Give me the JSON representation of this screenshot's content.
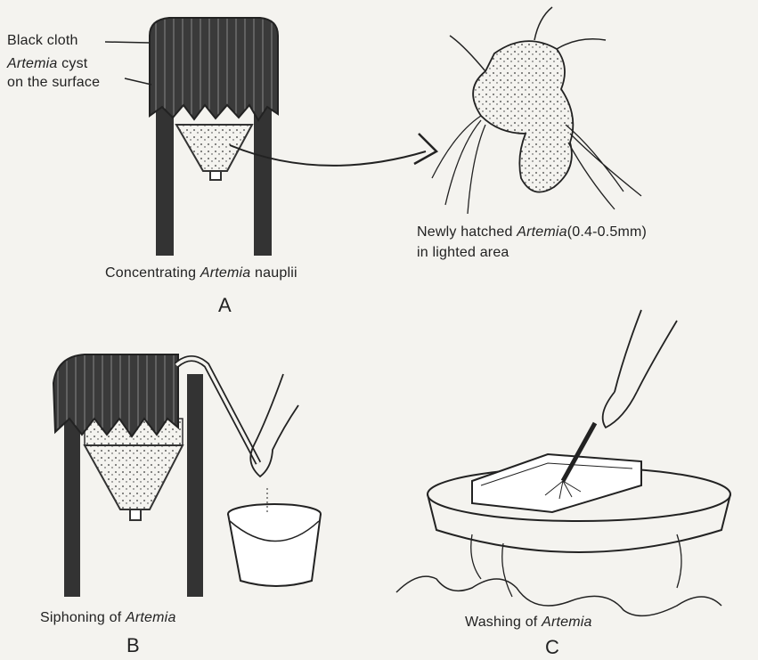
{
  "panel_a": {
    "label_black_cloth": "Black cloth",
    "label_cyst_italic": "Artemia",
    "label_cyst_rest": " cyst",
    "label_surface": "on the surface",
    "caption_pre": "Concentrating ",
    "caption_italic": "Artemia",
    "caption_post": " nauplii",
    "nauplius_pre": "Newly hatched ",
    "nauplius_italic": "Artemia",
    "nauplius_post": "(0.4-0.5mm)",
    "nauplius_line2": "in lighted area",
    "letter": "A"
  },
  "panel_b": {
    "caption_pre": "Siphoning of ",
    "caption_italic": "Artemia",
    "letter": "B"
  },
  "panel_c": {
    "caption_pre": "Washing of ",
    "caption_italic": "Artemia",
    "letter": "C"
  },
  "colors": {
    "ink": "#222222",
    "cloth": "#333333",
    "paper": "#f4f3ef"
  }
}
